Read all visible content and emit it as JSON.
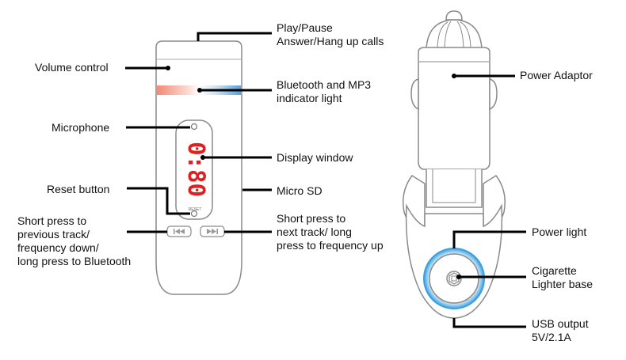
{
  "display": {
    "readout": "0:80"
  },
  "device": {
    "reset_text": "RESET"
  },
  "labels": {
    "play_pause": "Play/Pause\nAnswer/Hang up calls",
    "volume": "Volume control",
    "bt_mp3": "Bluetooth and MP3\nindicator light",
    "microphone": "Microphone",
    "display_window": "Display window",
    "reset": "Reset button",
    "micro_sd": "Micro SD",
    "prev": "Short press to\nprevious track/\nfrequency down/\nlong press to Bluetooth",
    "next": "Short press to\nnext track/ long\npress to frequency up",
    "power_adaptor": "Power Adaptor",
    "power_light": "Power light",
    "cig_base": "Cigarette\nLighter base",
    "usb": "USB output\n5V/2.1A"
  },
  "colors": {
    "outline": "#8a8a8a",
    "display_red": "#e02020",
    "indicator_red": "#f08a7a",
    "indicator_blue": "#5aa0d8",
    "power_ring": "#3aa0e0",
    "leader": "#000000"
  }
}
